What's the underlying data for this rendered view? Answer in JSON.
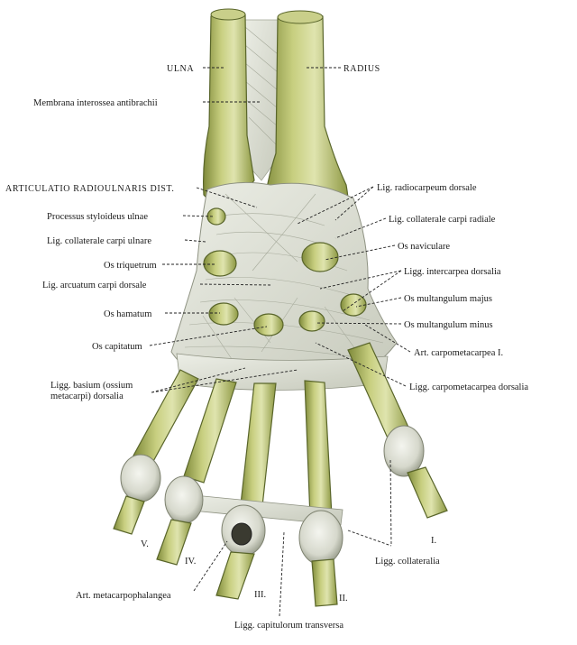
{
  "labels": {
    "ulna": "ULNA",
    "radius": "RADIUS",
    "membrana": "Membrana interossea antibrachii",
    "art_radioulnaris": "ARTICULATIO RADIOULNARIS DIST.",
    "lig_radiocarpeum": "Lig. radiocarpeum dorsale",
    "processus_styloideus": "Processus styloideus ulnae",
    "lig_coll_radiale": "Lig. collaterale carpi radiale",
    "lig_coll_ulnare": "Lig. collaterale carpi ulnare",
    "os_naviculare": "Os naviculare",
    "os_triquetrum": "Os triquetrum",
    "ligg_intercarpea": "Ligg. intercarpea dorsalia",
    "lig_arcuatum": "Lig. arcuatum carpi dorsale",
    "os_mult_majus": "Os multangulum majus",
    "os_hamatum": "Os hamatum",
    "os_mult_minus": "Os multangulum minus",
    "os_capitatum": "Os capitatum",
    "art_carpometacarpea": "Art. carpometacarpea I.",
    "ligg_basium_1": "Ligg. basium (ossium",
    "ligg_basium_2": "metacarpi) dorsalia",
    "ligg_carpometacarpea": "Ligg. carpometacarpea dorsalia",
    "num_v": "V.",
    "num_iv": "IV.",
    "num_iii": "III.",
    "num_ii": "II.",
    "num_i": "I.",
    "ligg_collateralia": "Ligg. collateralia",
    "art_metacarpophalangea": "Art. metacarpophalangea",
    "ligg_capitulorum": "Ligg. capitulorum transversa"
  },
  "colors": {
    "bone_light": "#dde3a8",
    "bone_mid": "#b9c26a",
    "bone_dark": "#7f8a3a",
    "ligament": "#d9dcd2"
  }
}
